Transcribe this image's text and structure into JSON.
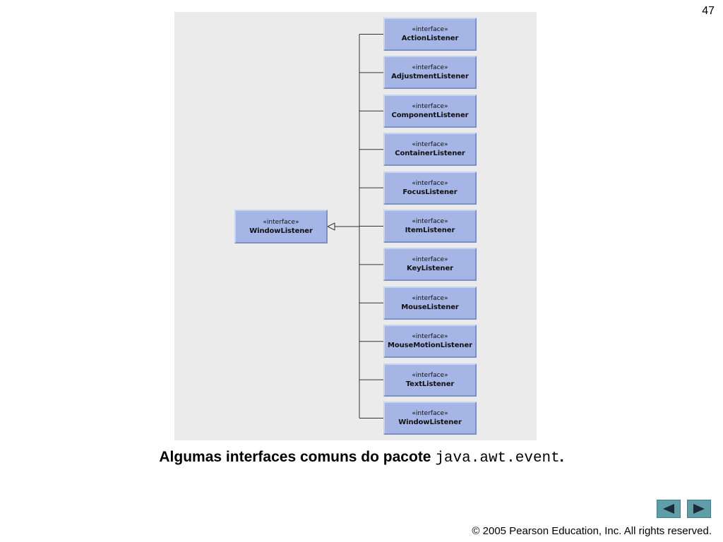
{
  "slide": {
    "number": "47"
  },
  "diagram": {
    "stereotype": "«interface»",
    "parent": {
      "name": "WindowListener"
    },
    "children": [
      {
        "name": "ActionListener"
      },
      {
        "name": "AdjustmentListener"
      },
      {
        "name": "ComponentListener"
      },
      {
        "name": "ContainerListener"
      },
      {
        "name": "FocusListener"
      },
      {
        "name": "ItemListener"
      },
      {
        "name": "KeyListener"
      },
      {
        "name": "MouseListener"
      },
      {
        "name": "MouseMotionListener"
      },
      {
        "name": "TextListener"
      },
      {
        "name": "WindowListener"
      }
    ]
  },
  "caption": {
    "prefix": "Algumas interfaces comuns do pacote ",
    "code": "java.awt.event",
    "suffix": "."
  },
  "navigation": {
    "prev_icon": "triangle-left-icon",
    "next_icon": "triangle-right-icon"
  },
  "footer": {
    "copyright": "© 2005 Pearson Education, Inc.  All rights reserved."
  },
  "colors": {
    "panel": "#ebebeb",
    "box_fill": "#a4b5e6",
    "box_highlight": "#c8d3f2",
    "box_shadow": "#7c8fc6",
    "nav_button": "#5f9ea8"
  }
}
